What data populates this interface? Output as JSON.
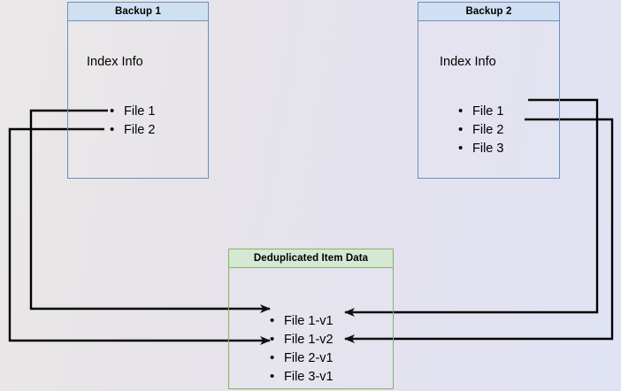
{
  "diagram": {
    "title": "Backup deduplication index diagram",
    "background_gradient": [
      "#EBE8E8",
      "#E0E3F4"
    ],
    "stroke_color": "#000000"
  },
  "boxes": {
    "backup1": {
      "header": "Backup 1",
      "body_label": "Index Info",
      "header_fill": "#CFE0F3",
      "border": "#6C8EBF",
      "files": [
        {
          "label": "File 1"
        },
        {
          "label": "File 2"
        }
      ]
    },
    "backup2": {
      "header": "Backup 2",
      "body_label": "Index Info",
      "header_fill": "#CFE0F3",
      "border": "#6C8EBF",
      "files": [
        {
          "label": "File 1"
        },
        {
          "label": "File 2"
        },
        {
          "label": "File 3"
        }
      ]
    },
    "dedup": {
      "header": "Deduplicated Item Data",
      "header_fill": "#D5E8D4",
      "border": "#82B366",
      "items": [
        {
          "label": "File 1-v1"
        },
        {
          "label": "File 1-v2"
        },
        {
          "label": "File 2-v1"
        },
        {
          "label": "File 3-v1"
        }
      ]
    }
  },
  "connectors": [
    {
      "name": "backup1-file1-to-file1v1",
      "from": "Backup 1 / File 1",
      "to": "Deduplicated Item Data / File 1-v1",
      "direction": "left-route-right-arrow"
    },
    {
      "name": "backup1-file2-to-file2v1",
      "from": "Backup 1 / File 2",
      "to": "Deduplicated Item Data / File 2-v1",
      "direction": "left-route-right-arrow"
    },
    {
      "name": "backup2-file1-to-file1v2",
      "from": "Backup 2 / File 1",
      "to": "Deduplicated Item Data / File 1-v2",
      "direction": "right-route-left-arrow"
    },
    {
      "name": "backup2-file2-to-file2v1",
      "from": "Backup 2 / File 2",
      "to": "Deduplicated Item Data / File 2-v1",
      "direction": "right-route-left-arrow"
    }
  ]
}
